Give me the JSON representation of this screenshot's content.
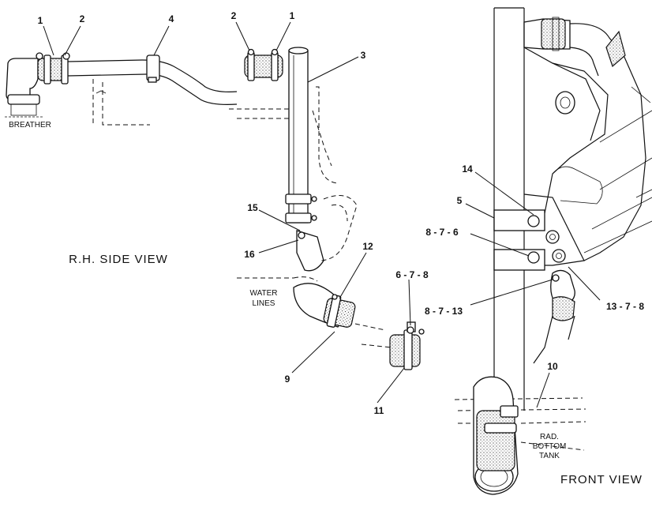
{
  "views": {
    "side": "R.H.  SIDE  VIEW",
    "front": "FRONT  VIEW"
  },
  "notes": {
    "breather": "BREATHER",
    "water_line1": "WATER",
    "water_line2": "LINES",
    "tank_line1": "RAD.",
    "tank_line2": "BOTTOM",
    "tank_line3": "TANK"
  },
  "callouts": {
    "c1_left": "1",
    "c2_left": "2",
    "c4": "4",
    "c2_mid": "2",
    "c1_mid": "1",
    "c3": "3",
    "c15": "15",
    "c16": "16",
    "c12": "12",
    "c9": "9",
    "c678": "6 - 7 - 8",
    "c8713_left": "8 - 7 - 13",
    "c11": "11",
    "c14": "14",
    "c5": "5",
    "c876": "8  - 7 - 6",
    "c1378": "13 - 7 - 8",
    "c10": "10"
  }
}
